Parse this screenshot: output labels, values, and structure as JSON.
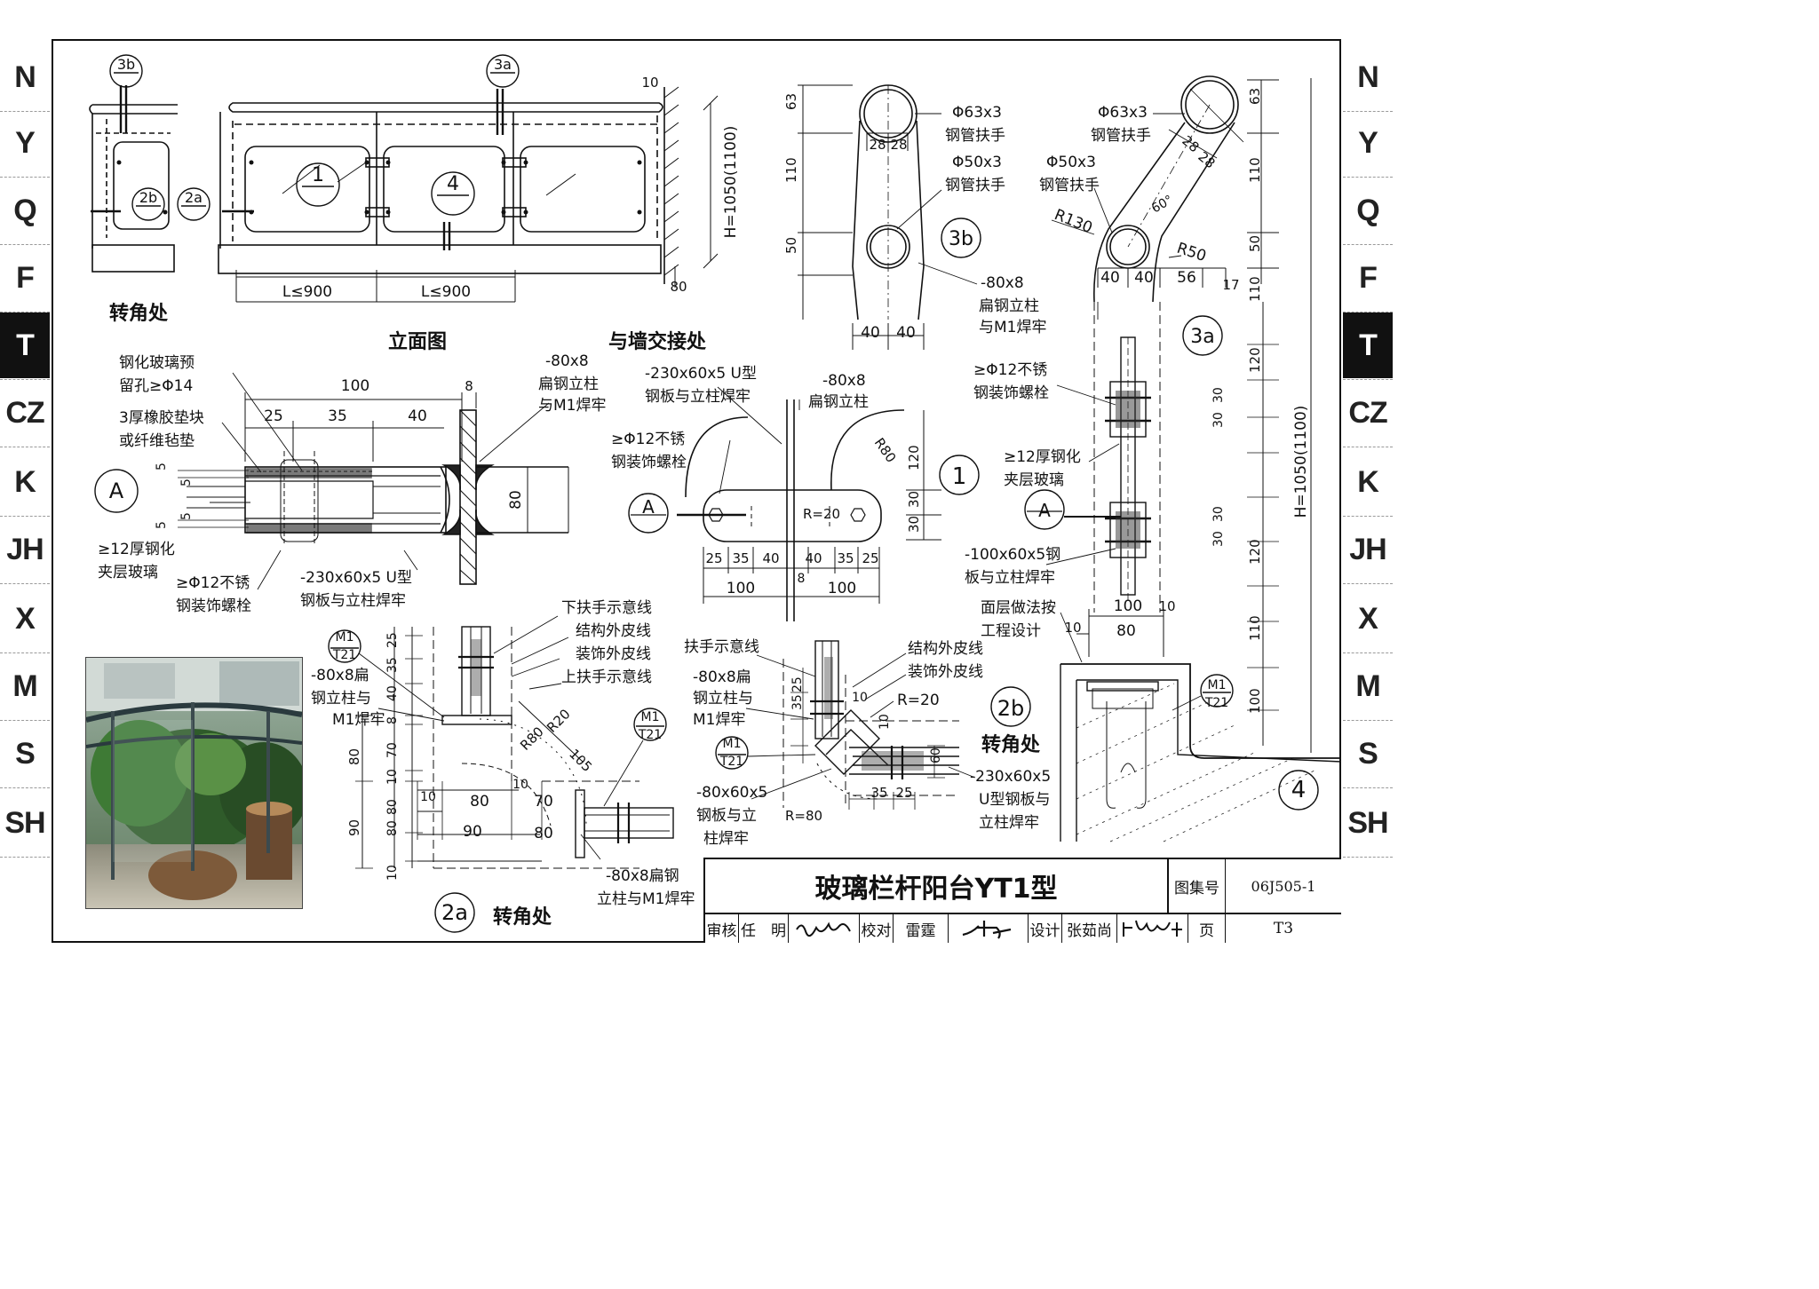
{
  "side_tabs": [
    "N",
    "Y",
    "Q",
    "F",
    "T",
    "CZ",
    "K",
    "JH",
    "X",
    "M",
    "S",
    "SH"
  ],
  "active_tab": "T",
  "elevation": {
    "heading": "立面图",
    "corner_label": "转角处",
    "wall_label": "与墙交接处",
    "height_dim": "H=1050(1100)",
    "span_dims": [
      "L≤900",
      "L≤900"
    ],
    "top_dim": "10",
    "bottom_dim": "80",
    "callouts": [
      "3b",
      "3a",
      "2b",
      "2a",
      "1",
      "4"
    ]
  },
  "detail_A": {
    "marker": "A",
    "notes": [
      "钢化玻璃预",
      "留孔≥Φ14",
      "3厚橡胶垫块",
      "或纤维毡垫",
      "≥12厚钢化",
      "夹层玻璃",
      "≥Φ12不锈",
      "钢装饰螺栓",
      "-230x60x5 U型",
      "钢板与立柱焊牢",
      "-80x8",
      "扁钢立柱",
      "与M1焊牢"
    ],
    "dims": [
      "100",
      "8",
      "25",
      "35",
      "40",
      "5",
      "5",
      "5",
      "5",
      "80"
    ]
  },
  "detail_1": {
    "marker": "1",
    "notes": [
      "-230x60x5 U型",
      "钢板与立柱焊牢",
      "-80x8",
      "扁钢立柱",
      "≥Φ12不锈",
      "钢装饰螺栓",
      "R80",
      "R=20",
      "A"
    ],
    "dims": [
      "120",
      "30",
      "30",
      "25",
      "35",
      "40",
      "40",
      "35",
      "25",
      "100",
      "8",
      "100"
    ]
  },
  "detail_3b": {
    "marker": "3b",
    "notes": [
      "Φ63x3",
      "钢管扶手",
      "Φ50x3",
      "钢管扶手",
      "-80x8",
      "扁钢立柱",
      "与M1焊牢"
    ],
    "dims": [
      "63",
      "110",
      "50",
      "28",
      "28",
      "40",
      "40"
    ]
  },
  "detail_3a": {
    "marker": "3a",
    "notes": [
      "Φ63x3",
      "钢管扶手",
      "Φ50x3",
      "钢管扶手",
      "R130",
      "R50",
      "60°"
    ],
    "dims": [
      "63",
      "110",
      "50",
      "28",
      "28",
      "40",
      "40",
      "56",
      "17"
    ]
  },
  "detail_4": {
    "marker": "4",
    "notes": [
      "≥Φ12不锈",
      "钢装饰螺栓",
      "≥12厚钢化",
      "夹层玻璃",
      "-100x60x5钢",
      "板与立柱焊牢",
      "面层做法按",
      "工程设计",
      "M1",
      "T21",
      "A"
    ],
    "dims": [
      "110",
      "120",
      "30",
      "30",
      "30",
      "30",
      "120",
      "110",
      "100",
      "H=1050(1100)",
      "100",
      "10",
      "10",
      "80"
    ]
  },
  "detail_2a": {
    "marker": "2a",
    "label": "转角处",
    "notes": [
      "下扶手示意线",
      "结构外皮线",
      "装饰外皮线",
      "上扶手示意线",
      "M1",
      "T21",
      "-80x8扁",
      "钢立柱与",
      "M1焊牢",
      "R80",
      "R20",
      "105",
      "M1",
      "T21",
      "-80x8扁钢",
      "立柱与M1焊牢"
    ],
    "dims": [
      "25",
      "35",
      "40",
      "8",
      "70",
      "10",
      "80",
      "80",
      "90",
      "10",
      "80",
      "90",
      "10",
      "80",
      "70",
      "10",
      "80"
    ]
  },
  "detail_2b": {
    "marker": "2b",
    "label": "转角处",
    "notes": [
      "扶手示意线",
      "-80x8扁",
      "钢立柱与",
      "M1焊牢",
      "结构外皮线",
      "装饰外皮线",
      "R=20",
      "M1",
      "T21",
      "-80x60x5",
      "钢板与立",
      "柱焊牢",
      "-230x60x5",
      "U型钢板与",
      "立柱焊牢",
      "R=80"
    ],
    "dims": [
      "35",
      "25",
      "10",
      "35",
      "25",
      "10",
      "60"
    ]
  },
  "title_block": {
    "title": "玻璃栏杆阳台YT1型",
    "atlas_label": "图集号",
    "atlas_no": "06J505-1",
    "review_label": "审核",
    "reviewer": "任　明",
    "check_label": "校对",
    "checker": "雷霆",
    "design_label": "设计",
    "designer": "张茹尚",
    "page_label": "页",
    "page_no": "T3"
  },
  "colors": {
    "ink": "#111111",
    "tab_active_bg": "#111111",
    "tab_active_fg": "#ffffff"
  }
}
